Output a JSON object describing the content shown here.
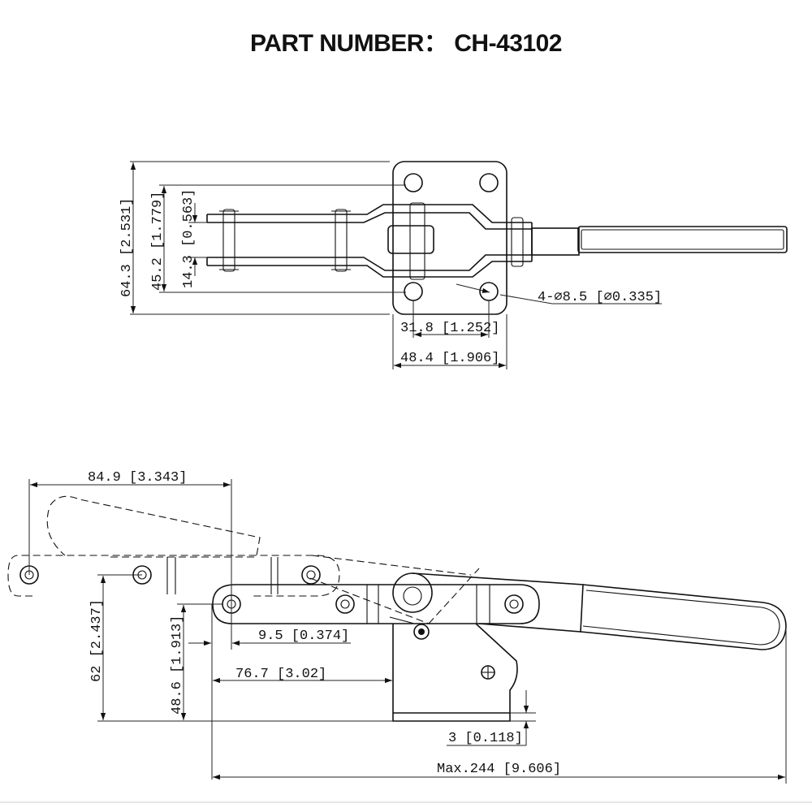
{
  "title": "PART NUMBER： CH-43102",
  "top_view": {
    "dim_overall_height": "64.3 [2.531]",
    "dim_link_span": "45.2 [1.779]",
    "dim_link_width": "14.3 [0.563]",
    "dim_hole_spacing": "31.8 [1.252]",
    "dim_base_width": "48.4 [1.906]",
    "dim_holes": "4-⌀8.5 [⌀0.335]"
  },
  "side_view": {
    "dim_open_reach": "84.9 [3.343]",
    "dim_pivot_height": "62 [2.437]",
    "dim_bar_height": "48.6 [1.913]",
    "dim_pin_offset": "9.5 [0.374]",
    "dim_base_offset": "76.7 [3.02]",
    "dim_base_thickness": "3 [0.118]",
    "dim_max_length": "Max.244 [9.606]"
  }
}
